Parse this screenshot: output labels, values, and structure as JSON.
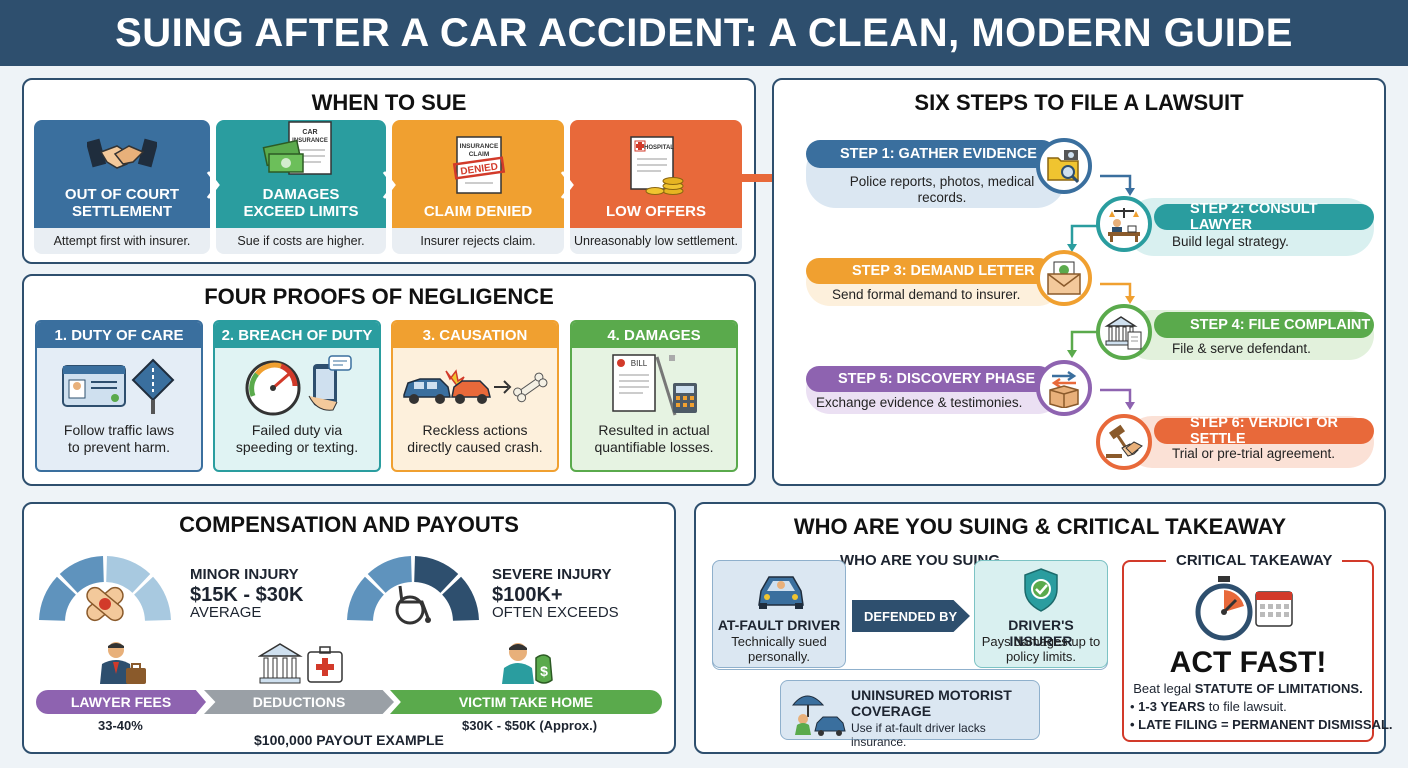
{
  "title": "SUING AFTER A CAR ACCIDENT: A CLEAN, MODERN GUIDE",
  "when_to_sue": {
    "title": "WHEN TO SUE",
    "cards": [
      {
        "label_1": "OUT OF COURT",
        "label_2": "SETTLEMENT",
        "caption": "Attempt first with insurer."
      },
      {
        "label_1": "DAMAGES",
        "label_2": "EXCEED LIMITS",
        "caption": "Sue if costs are higher."
      },
      {
        "label_1": "CLAIM DENIED",
        "label_2": "",
        "caption": "Insurer rejects claim."
      },
      {
        "label_1": "LOW OFFERS",
        "label_2": "",
        "caption": "Unreasonably low settlement."
      }
    ],
    "icon_text": {
      "doc1_a": "CAR",
      "doc1_b": "INSURANCE",
      "doc2_a": "INSURANCE",
      "doc2_b": "CLAIM",
      "stamp": "DENIED",
      "doc3": "HOSPITAL"
    }
  },
  "negligence": {
    "title": "FOUR PROOFS OF NEGLIGENCE",
    "cards": [
      {
        "header": "1. DUTY OF CARE",
        "line_1": "Follow traffic laws",
        "line_2": "to prevent harm."
      },
      {
        "header": "2. BREACH OF DUTY",
        "line_1": "Failed duty via",
        "line_2": "speeding or texting."
      },
      {
        "header": "3. CAUSATION",
        "line_1": "Reckless actions",
        "line_2": "directly caused crash."
      },
      {
        "header": "4. DAMAGES",
        "line_1": "Resulted in actual",
        "line_2": "quantifiable losses."
      }
    ],
    "bill_text": "BILL"
  },
  "steps": {
    "title": "SIX STEPS TO FILE A LAWSUIT",
    "items": [
      {
        "title": "STEP 1: GATHER EVIDENCE",
        "text_1": "Police reports, photos, medical",
        "text_2": "records."
      },
      {
        "title": "STEP 2: CONSULT LAWYER",
        "text_1": "Build legal strategy.",
        "text_2": ""
      },
      {
        "title": "STEP 3: DEMAND LETTER",
        "text_1": "Send formal demand to insurer.",
        "text_2": ""
      },
      {
        "title": "STEP 4: FILE COMPLAINT",
        "text_1": "File & serve defendant.",
        "text_2": ""
      },
      {
        "title": "STEP 5: DISCOVERY PHASE",
        "text_1": "Exchange evidence & testimonies.",
        "text_2": ""
      },
      {
        "title": "STEP 6: VERDICT OR SETTLE",
        "text_1": "Trial or pre-trial agreement.",
        "text_2": ""
      }
    ]
  },
  "compensation": {
    "title": "COMPENSATION AND PAYOUTS",
    "minor": {
      "label": "MINOR INJURY",
      "range": "$15K - $30K",
      "note": "AVERAGE",
      "level": 0.5
    },
    "severe": {
      "label": "SEVERE INJURY",
      "range": "$100K+",
      "note": "OFTEN EXCEEDS",
      "level": 1.0
    },
    "bars": [
      {
        "label": "LAWYER FEES",
        "value": "33-40%"
      },
      {
        "label": "DEDUCTIONS",
        "value": ""
      },
      {
        "label": "VICTIM TAKE HOME",
        "value": "$30K - $50K (Approx.)"
      }
    ],
    "example": "$100,000 PAYOUT EXAMPLE"
  },
  "who": {
    "title": "WHO ARE YOU SUING & CRITICAL TAKEAWAY",
    "subtitle": "WHO ARE YOU SUING",
    "driver": {
      "label": "AT-FAULT DRIVER",
      "text_1": "Technically sued",
      "text_2": "personally."
    },
    "defended": "DEFENDED BY",
    "insurer": {
      "label": "DRIVER'S INSURER",
      "text_1": "Pays damages up to",
      "text_2": "policy limits."
    },
    "uninsured": {
      "label_1": "UNINSURED MOTORIST",
      "label_2": "COVERAGE",
      "text": "Use if at-fault driver lacks insurance."
    },
    "takeaway": {
      "title": "CRITICAL TAKEAWAY",
      "headline": "ACT FAST!",
      "line_pre": "Beat legal ",
      "line_bold": "STATUTE OF LIMITATIONS.",
      "bullet_1_bold": "1-3 YEARS",
      "bullet_1_rest": " to file lawsuit.",
      "bullet_2": "LATE FILING = PERMANENT DISMISSAL."
    }
  },
  "colors": {
    "navy": "#2e4f6e",
    "blue": "#3a6f9e",
    "teal": "#2a9d9f",
    "orange": "#f0a030",
    "red_orange": "#e8693a",
    "purple": "#8e63b0",
    "green": "#5aaa4c",
    "gray": "#9aa0a6"
  }
}
